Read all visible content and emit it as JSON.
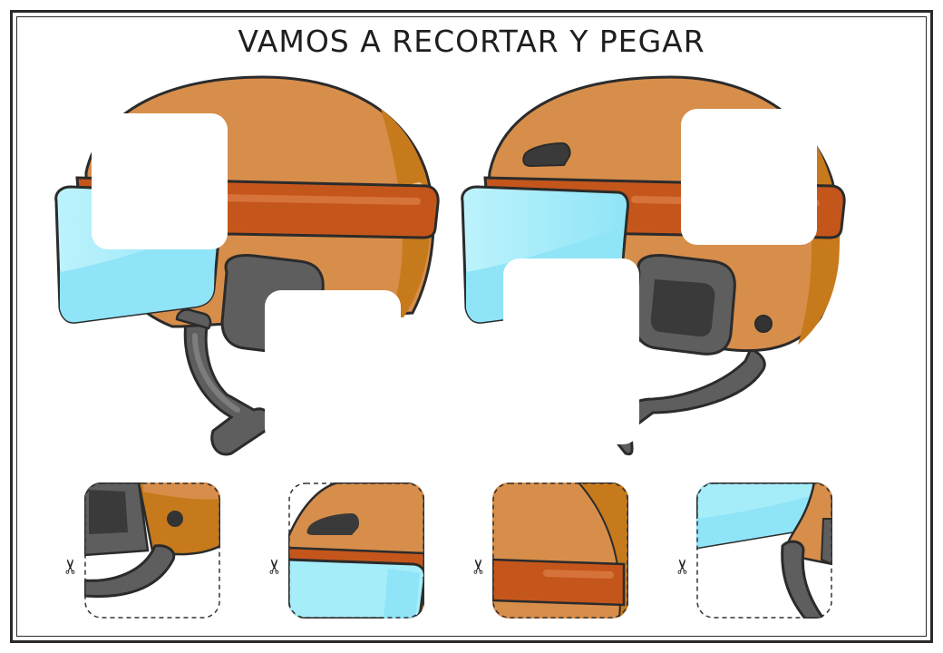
{
  "worksheet": {
    "title": "VAMOS A RECORTAR Y PEGAR"
  },
  "colors": {
    "helmet_orange": "#D78E4B",
    "helmet_dark_orange": "#C77A1C",
    "band_red": "#C5561B",
    "visor_blue": "#A6EDFA",
    "strap_gray": "#5E5E5E",
    "outline": "#2B2B2B",
    "cut_line": "#333333"
  },
  "icons": {
    "cut_marker": "scissors-icon"
  },
  "pieces": [
    {
      "id": "piece-1",
      "shows": "ear pad and chin strap"
    },
    {
      "id": "piece-2",
      "shows": "vent and visor top"
    },
    {
      "id": "piece-3",
      "shows": "shell and band"
    },
    {
      "id": "piece-4",
      "shows": "visor and strap"
    }
  ]
}
